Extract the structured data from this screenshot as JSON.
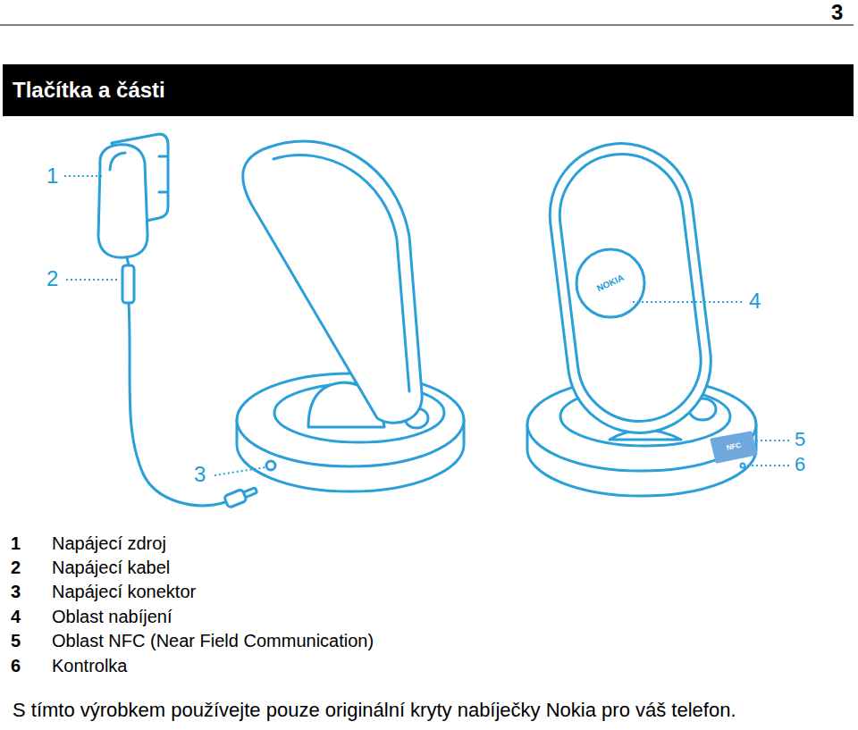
{
  "diagram": {
    "title": "Tlačítka a části",
    "labels": [
      "3",
      "1",
      "2",
      "3",
      "4",
      "5",
      "6",
      "NOKIA",
      "NFC",
      "1",
      "Napájecí zdroj",
      "2",
      "Napájecí kabel",
      "3",
      "Napájecí konektor",
      "4",
      "Oblast nabíjení",
      "5",
      "Oblast NFC (Near Field Communication)",
      "6",
      "Kontrolka",
      "S tímto výrobkem používejte pouze originální kryty nabíječky Nokia pro váš telefon."
    ]
  }
}
